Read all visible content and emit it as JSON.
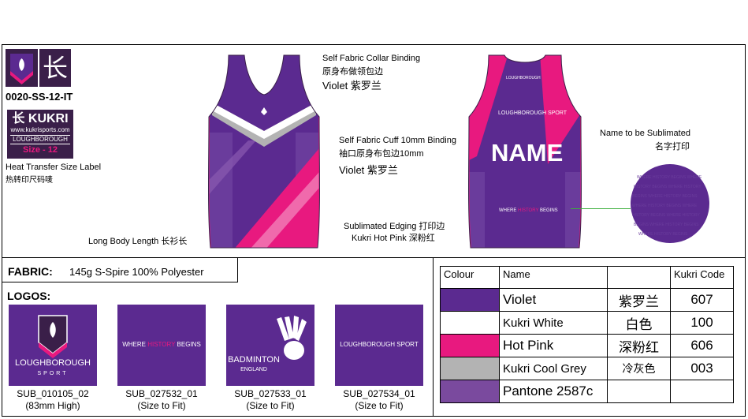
{
  "header": {
    "style_code": "0020-SS-12-IT",
    "brand": "KUKRI",
    "brand_glyph": "长",
    "site": "www.kukrisports.com",
    "club": "LOUGHBOROUGH",
    "size": "Size - 12",
    "label_en": "Heat Transfer Size Label",
    "label_cn": "热转印尺码唛"
  },
  "annotations": {
    "collar_en": "Self Fabric Collar Binding",
    "collar_cn": "原身布做领包边",
    "collar_colour": "Violet 紫罗兰",
    "cuff_en": "Self Fabric Cuff 10mm Binding",
    "cuff_cn": "袖口原身布包边10mm",
    "cuff_colour": "Violet 紫罗兰",
    "edging_en": "Sublimated Edging 打印边",
    "edging_colour": "Kukri Hot Pink 深粉红",
    "length": "Long Body Length 长衫长",
    "name_en": "Name to be Sublimated",
    "name_cn": "名字打印"
  },
  "back": {
    "team": "LOUGHBOROUGH SPORT",
    "name": "NAME",
    "tagline_a": "WHERE ",
    "tagline_b": "HISTORY",
    "tagline_c": " BEGINS",
    "front_badge": "LOUGHBOROUGH"
  },
  "fabric": {
    "label": "FABRIC:",
    "value": "145g S-Spire 100% Polyester"
  },
  "logos": {
    "heading": "LOGOS:",
    "items": [
      {
        "code": "SUB_010105_02",
        "size": "(83mm High)",
        "text_a": "LOUGHBOROUGH",
        "text_b": "SPORT"
      },
      {
        "code": "SUB_027532_01",
        "size": "(Size to Fit)",
        "text_a": "WHERE ",
        "text_b": "HISTORY",
        "text_c": " BEGINS"
      },
      {
        "code": "SUB_027533_01",
        "size": "(Size to Fit)",
        "text_a": "BADMINTON",
        "text_b": "ENGLAND"
      },
      {
        "code": "SUB_027534_01",
        "size": "(Size to Fit)",
        "text_a": "LOUGHBOROUGH SPORT"
      }
    ]
  },
  "colours": {
    "headers": [
      "Colour",
      "Name",
      "",
      "Kukri Code"
    ],
    "rows": [
      {
        "name": "Violet",
        "cn": "紫罗兰",
        "code": "607",
        "hex": "#5b2a90"
      },
      {
        "name": "Kukri White",
        "cn": "白色",
        "code": "100",
        "hex": "#ffffff"
      },
      {
        "name": "Hot Pink",
        "cn": "深粉红",
        "code": "606",
        "hex": "#e8197f"
      },
      {
        "name": "Kukri Cool Grey",
        "cn": "冷灰色",
        "code": "003",
        "hex": "#b3b3b3"
      },
      {
        "name": "Pantone 2587c",
        "cn": "",
        "code": "",
        "hex": "#7a4a9e"
      }
    ]
  },
  "palette": {
    "violet": "#5b2a90",
    "hot_pink": "#e8197f",
    "cool_grey": "#b3b3b3",
    "dark": "#3a1f49"
  }
}
